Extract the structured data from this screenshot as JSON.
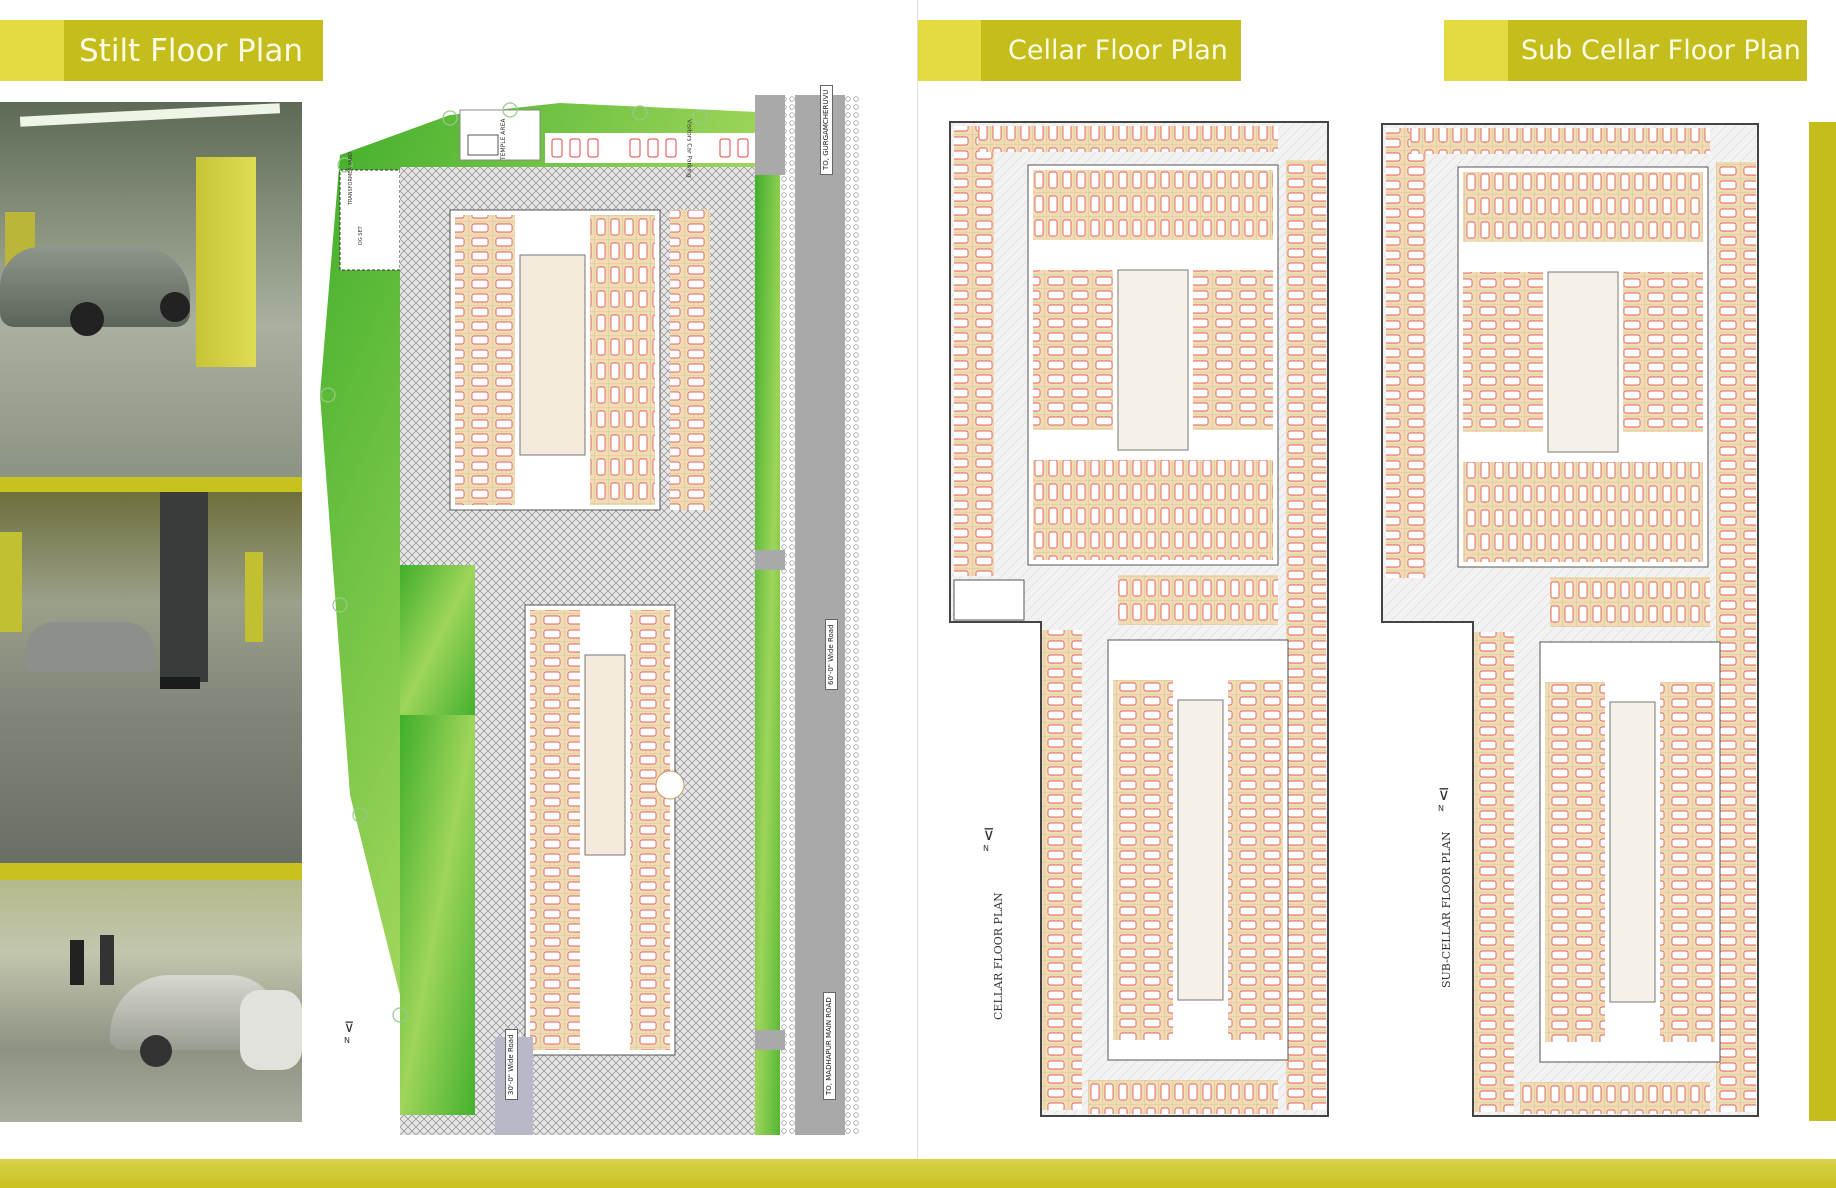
{
  "stilt": {
    "title": "Stilt Floor Plan",
    "labels": {
      "temple_area": "TEMPLE AREA",
      "visitors_parking": "Visitors Car Parking",
      "transformer_yard": "TRANSFORMER YARD",
      "dg_set": "DG SET",
      "road_top": "TO, GURGAMCHERUVU",
      "road_main": "60'-0\" Wide Road",
      "road_bottom": "TO, MADHAPUR MAIN ROAD",
      "road_side": "30'-0\" Wide Road"
    }
  },
  "cellar": {
    "title": "Cellar Floor Plan",
    "vertical_label": "CELLAR FLOOR PLAN"
  },
  "sub_cellar": {
    "title": "Sub Cellar Floor Plan",
    "vertical_label": "SUB-CELLAR FLOOR PLAN"
  },
  "north_label": "N",
  "colors": {
    "accent": "#c4bd1c",
    "accent_light": "#e2dc40",
    "parking": "#efdcb4",
    "green": "#5cbf35",
    "road": "#a9a9a9"
  }
}
